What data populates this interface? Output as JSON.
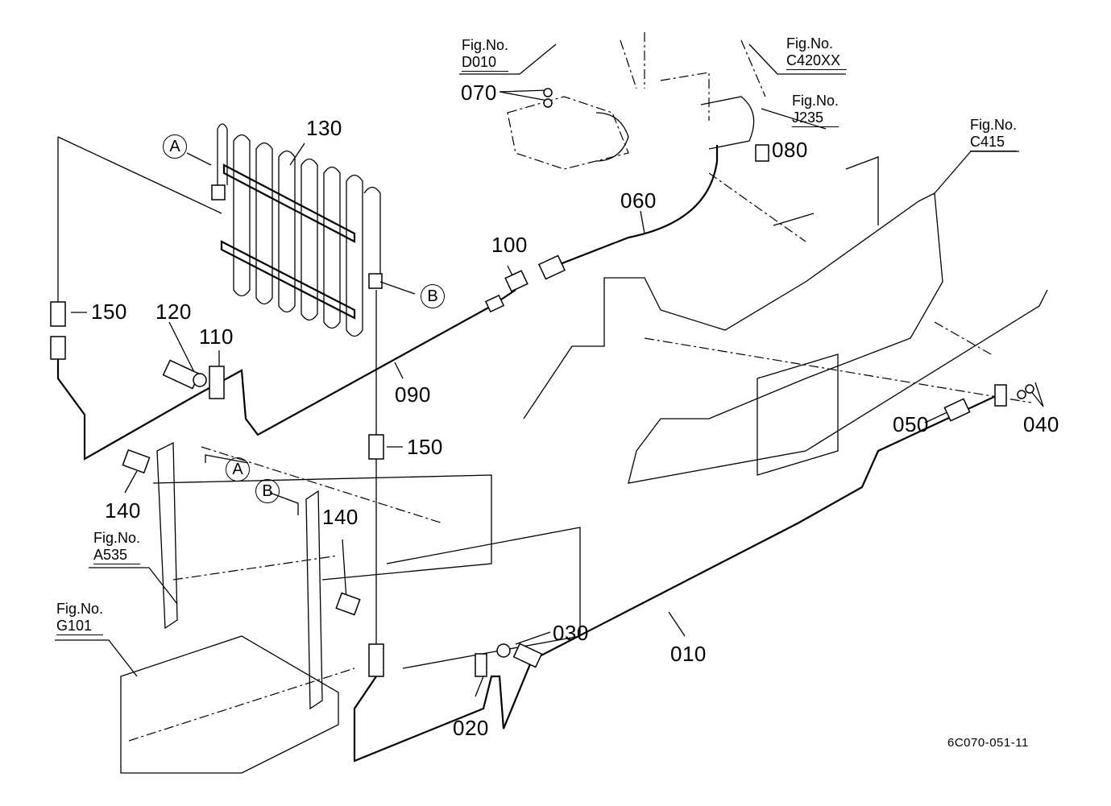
{
  "diagram": {
    "type": "exploded parts diagram",
    "drawing_code": "6C070-051-11",
    "part_callouts": [
      {
        "id": "p130",
        "number": "130"
      },
      {
        "id": "p150a",
        "number": "150"
      },
      {
        "id": "p120",
        "number": "120"
      },
      {
        "id": "p110",
        "number": "110"
      },
      {
        "id": "p090",
        "number": "090"
      },
      {
        "id": "p100",
        "number": "100"
      },
      {
        "id": "p060",
        "number": "060"
      },
      {
        "id": "p070",
        "number": "070"
      },
      {
        "id": "p080",
        "number": "080"
      },
      {
        "id": "p150b",
        "number": "150"
      },
      {
        "id": "p140a",
        "number": "140"
      },
      {
        "id": "p140b",
        "number": "140"
      },
      {
        "id": "p050",
        "number": "050"
      },
      {
        "id": "p040",
        "number": "040"
      },
      {
        "id": "p030",
        "number": "030"
      },
      {
        "id": "p020",
        "number": "020"
      },
      {
        "id": "p010",
        "number": "010"
      }
    ],
    "figure_references": [
      {
        "label": "Fig.No.",
        "code": "D010"
      },
      {
        "label": "Fig.No.",
        "code": "C420XX"
      },
      {
        "label": "Fig.No.",
        "code": "J235"
      },
      {
        "label": "Fig.No.",
        "code": "C415"
      },
      {
        "label": "Fig.No.",
        "code": "A535"
      },
      {
        "label": "Fig.No.",
        "code": "G101"
      }
    ],
    "connection_markers": [
      {
        "letter": "A",
        "location": "cooler-inlet"
      },
      {
        "letter": "B",
        "location": "cooler-outlet"
      },
      {
        "letter": "A",
        "location": "frame-inlet"
      },
      {
        "letter": "B",
        "location": "frame-outlet"
      }
    ]
  }
}
